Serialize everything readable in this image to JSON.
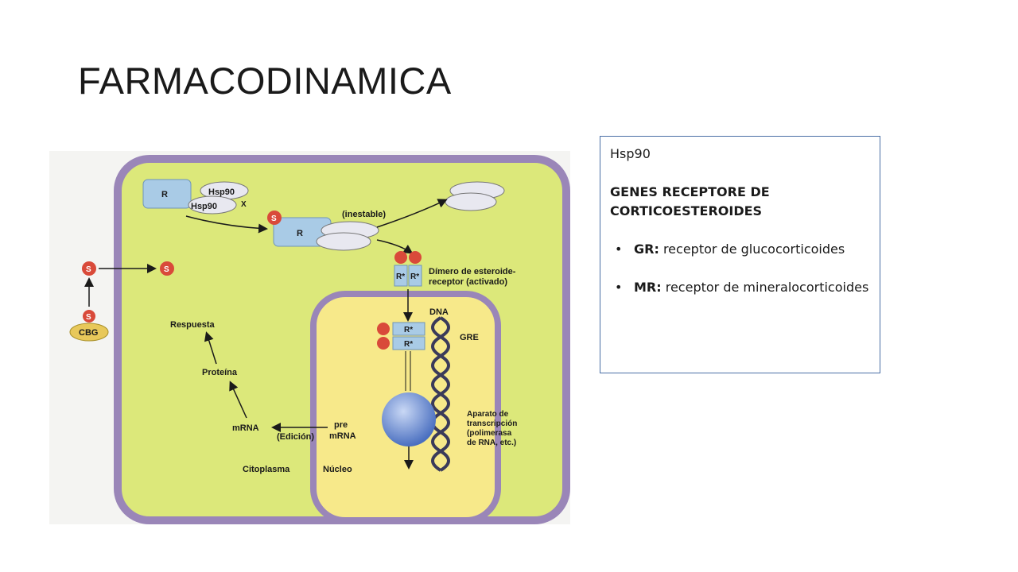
{
  "slide": {
    "title": "FARMACODINAMICA"
  },
  "info_box": {
    "line1": "Hsp90",
    "heading": "GENES RECEPTORE DE CORTICOESTEROIDES",
    "items": [
      {
        "term": "GR:",
        "desc": "receptor de glucocorticoides"
      },
      {
        "term": "MR:",
        "desc": "receptor de mineralocorticoides"
      }
    ]
  },
  "diagram": {
    "labels": {
      "r": "R",
      "hsp90_a": "Hsp90",
      "hsp90_b": "Hsp90",
      "x": "X",
      "s": "S",
      "inestable": "(inestable)",
      "dimero_1": "Dímero de esteroide-",
      "dimero_2": "receptor (activado)",
      "r_star": "R*",
      "dna": "DNA",
      "gre": "GRE",
      "cbg": "CBG",
      "respuesta": "Respuesta",
      "proteina": "Proteína",
      "mrna": "mRNA",
      "edicion": "(Edición)",
      "pre": "pre",
      "pre_mrna": "mRNA",
      "aparato_1": "Aparato de",
      "aparato_2": "transcripción",
      "aparato_3": "(polimerasa",
      "aparato_4": "de RNA, etc.)",
      "citoplasma": "Citoplasma",
      "nucleo": "Núcleo"
    },
    "colors": {
      "cell_fill": "#dce87a",
      "cell_border": "#9a86b8",
      "nucleus_fill": "#f7e98a",
      "receptor": "#a9cbe6",
      "steroid": "#d94a3a",
      "cbg": "#e8c85a",
      "polymerase": "#5a7fc8"
    }
  }
}
